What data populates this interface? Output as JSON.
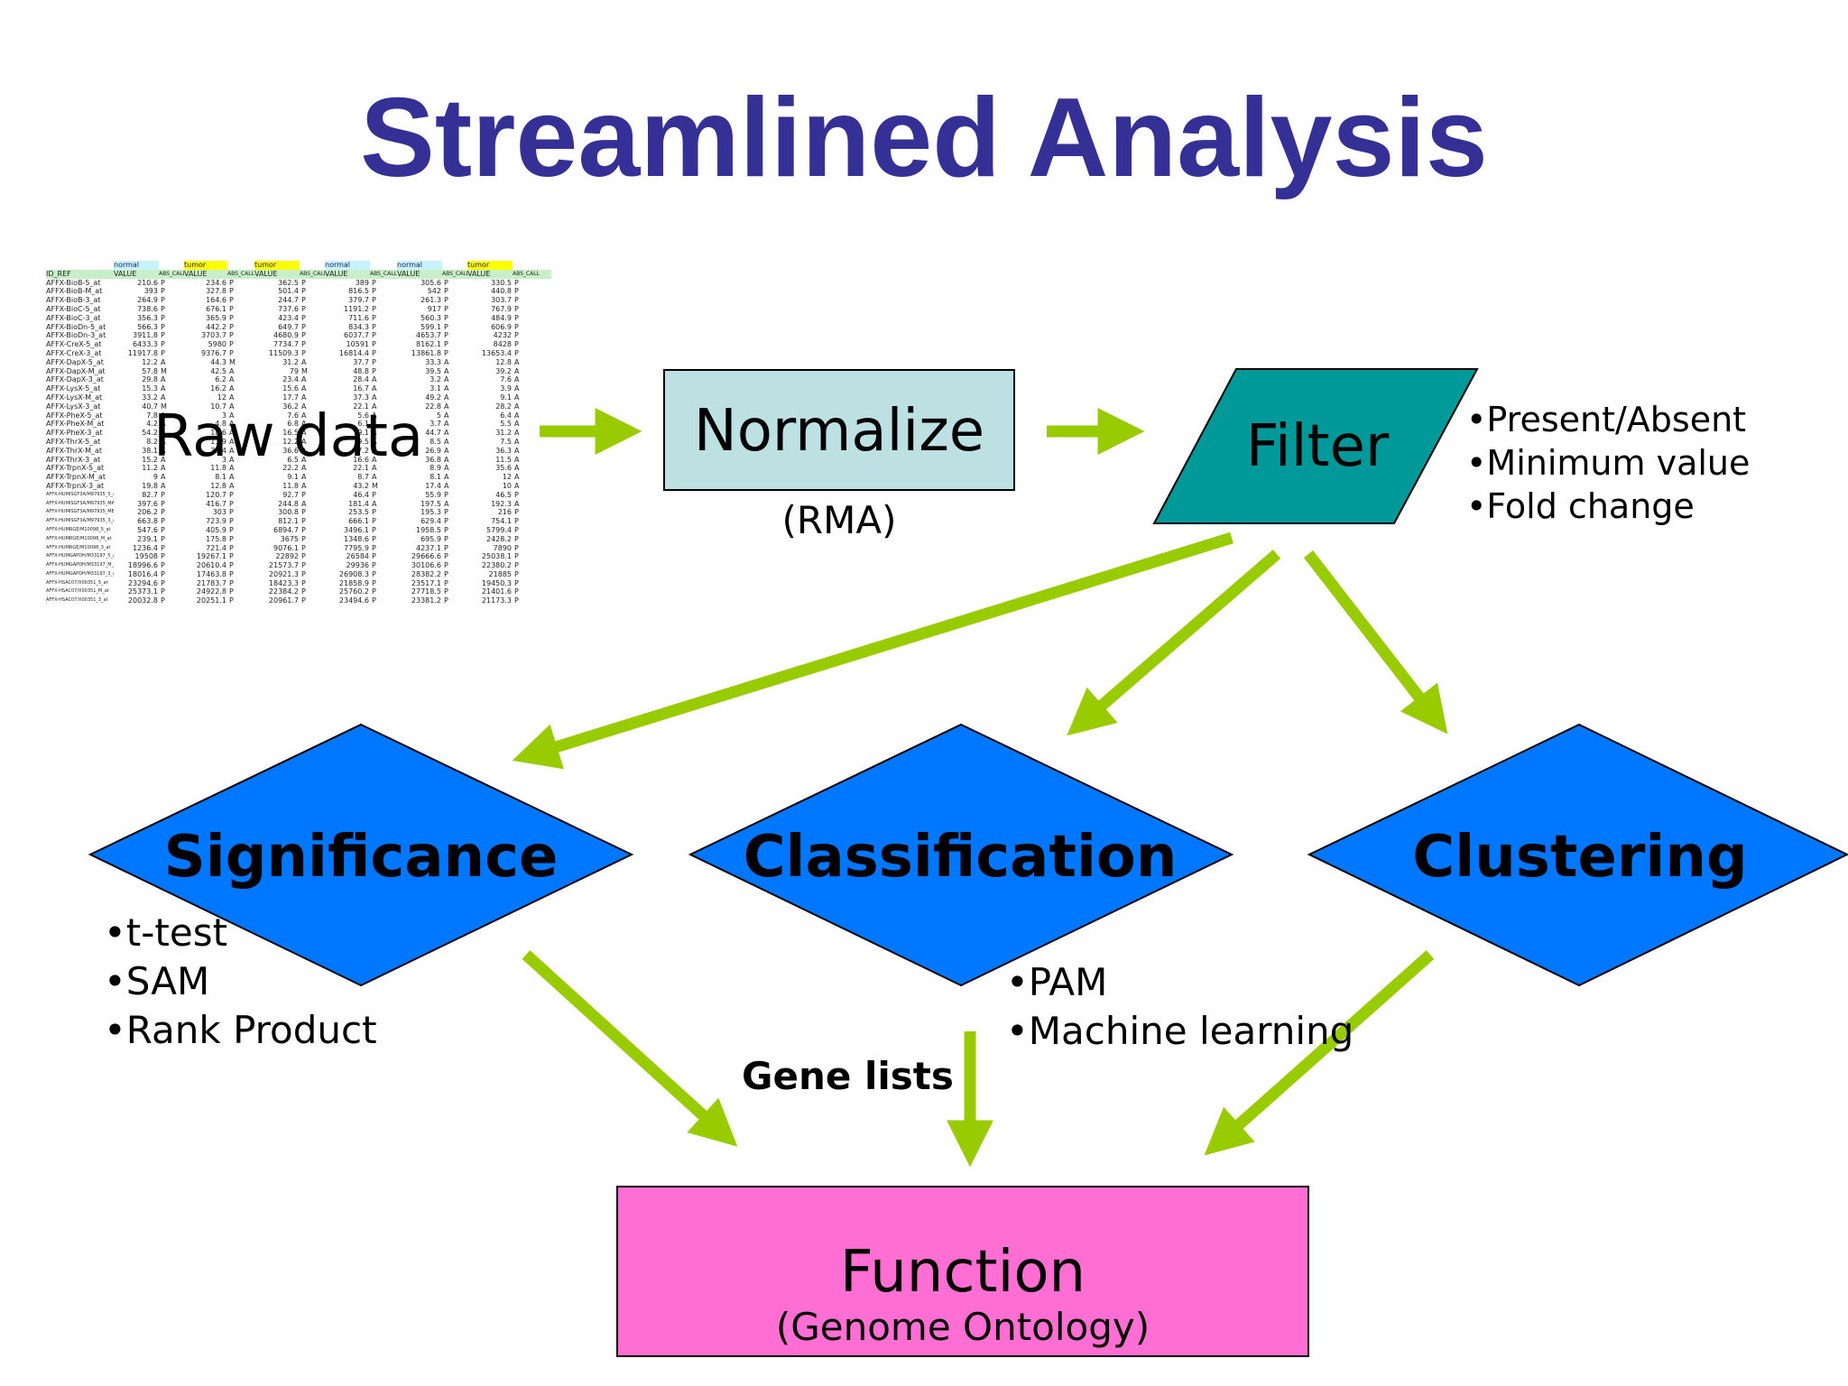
{
  "title": "Streamlined Analysis",
  "raw_data": {
    "label": "Raw data",
    "table": {
      "group_headers": [
        "",
        "normal",
        "",
        "tumor",
        "",
        "tumor",
        "",
        "normal",
        "",
        "normal",
        "",
        "tumor",
        ""
      ],
      "column_headers": [
        "ID_REF",
        "VALUE",
        "ABS_CALL",
        "VALUE",
        "ABS_CALL",
        "VALUE",
        "ABS_CALL",
        "VALUE",
        "ABS_CALL",
        "VALUE",
        "ABS_CALL",
        "VALUE",
        "ABS_CALL"
      ],
      "rows": [
        [
          "AFFX-BioB-5_at",
          "210.6",
          "P",
          "234.6",
          "P",
          "362.5",
          "P",
          "389",
          "P",
          "305.6",
          "P",
          "330.5",
          "P"
        ],
        [
          "AFFX-BioB-M_at",
          "393",
          "P",
          "327.8",
          "P",
          "501.4",
          "P",
          "816.5",
          "P",
          "542",
          "P",
          "440.8",
          "P"
        ],
        [
          "AFFX-BioB-3_at",
          "264.9",
          "P",
          "164.6",
          "P",
          "244.7",
          "P",
          "379.7",
          "P",
          "261.3",
          "P",
          "303.7",
          "P"
        ],
        [
          "AFFX-BioC-5_at",
          "738.6",
          "P",
          "676.1",
          "P",
          "737.6",
          "P",
          "1191.2",
          "P",
          "917",
          "P",
          "767.9",
          "P"
        ],
        [
          "AFFX-BioC-3_at",
          "356.3",
          "P",
          "365.9",
          "P",
          "423.4",
          "P",
          "711.6",
          "P",
          "560.3",
          "P",
          "484.9",
          "P"
        ],
        [
          "AFFX-BioDn-5_at",
          "566.3",
          "P",
          "442.2",
          "P",
          "649.7",
          "P",
          "834.3",
          "P",
          "599.1",
          "P",
          "606.9",
          "P"
        ],
        [
          "AFFX-BioDn-3_at",
          "3911.8",
          "P",
          "3703.7",
          "P",
          "4680.9",
          "P",
          "6037.7",
          "P",
          "4653.7",
          "P",
          "4232",
          "P"
        ],
        [
          "AFFX-CreX-5_at",
          "6433.3",
          "P",
          "5980",
          "P",
          "7734.7",
          "P",
          "10591",
          "P",
          "8162.1",
          "P",
          "8428",
          "P"
        ],
        [
          "AFFX-CreX-3_at",
          "11917.8",
          "P",
          "9376.7",
          "P",
          "11509.3",
          "P",
          "16814.4",
          "P",
          "13861.8",
          "P",
          "13653.4",
          "P"
        ],
        [
          "AFFX-DapX-5_at",
          "12.2",
          "A",
          "44.3",
          "M",
          "31.2",
          "A",
          "37.7",
          "P",
          "33.3",
          "A",
          "12.8",
          "A"
        ],
        [
          "AFFX-DapX-M_at",
          "57.8",
          "M",
          "42.5",
          "A",
          "79",
          "M",
          "48.8",
          "P",
          "39.5",
          "A",
          "39.2",
          "A"
        ],
        [
          "AFFX-DapX-3_at",
          "29.8",
          "A",
          "6.2",
          "A",
          "23.4",
          "A",
          "28.4",
          "A",
          "3.2",
          "A",
          "7.6",
          "A"
        ],
        [
          "AFFX-LysX-5_at",
          "15.3",
          "A",
          "16.2",
          "A",
          "15.6",
          "A",
          "16.7",
          "A",
          "3.1",
          "A",
          "3.9",
          "A"
        ],
        [
          "AFFX-LysX-M_at",
          "33.2",
          "A",
          "12",
          "A",
          "17.7",
          "A",
          "37.3",
          "A",
          "49.2",
          "A",
          "9.1",
          "A"
        ],
        [
          "AFFX-LysX-3_at",
          "40.7",
          "M",
          "10.7",
          "A",
          "36.2",
          "A",
          "22.1",
          "A",
          "22.8",
          "A",
          "28.2",
          "A"
        ],
        [
          "AFFX-PheX-5_at",
          "7.8",
          "A",
          "3",
          "A",
          "7.6",
          "A",
          "5.6",
          "A",
          "5",
          "A",
          "6.4",
          "A"
        ],
        [
          "AFFX-PheX-M_at",
          "4.2",
          "A",
          "4.8",
          "A",
          "6.8",
          "A",
          "6.1",
          "A",
          "3.7",
          "A",
          "5.5",
          "A"
        ],
        [
          "AFFX-PheX-3_at",
          "54.2",
          "A",
          "18.6",
          "A",
          "16.5",
          "A",
          "9.1",
          "A",
          "44.7",
          "A",
          "31.2",
          "A"
        ],
        [
          "AFFX-ThrX-5_at",
          "8.2",
          "A",
          "11.9",
          "A",
          "12.2",
          "A",
          "9.5",
          "A",
          "8.5",
          "A",
          "7.5",
          "A"
        ],
        [
          "AFFX-ThrX-M_at",
          "38.1",
          "A",
          "30.4",
          "A",
          "36.6",
          "A",
          "17.2",
          "A",
          "26.9",
          "A",
          "36.3",
          "A"
        ],
        [
          "AFFX-ThrX-3_at",
          "15.2",
          "A",
          "3",
          "A",
          "6.5",
          "A",
          "16.6",
          "A",
          "36.8",
          "A",
          "11.5",
          "A"
        ],
        [
          "AFFX-TrpnX-5_at",
          "11.2",
          "A",
          "11.8",
          "A",
          "22.2",
          "A",
          "22.1",
          "A",
          "8.9",
          "A",
          "35.6",
          "A"
        ],
        [
          "AFFX-TrpnX-M_at",
          "9",
          "A",
          "8.1",
          "A",
          "9.1",
          "A",
          "8.7",
          "A",
          "8.1",
          "A",
          "12",
          "A"
        ],
        [
          "AFFX-TrpnX-3_at",
          "19.8",
          "A",
          "12.8",
          "A",
          "11.8",
          "A",
          "43.2",
          "M",
          "17.4",
          "A",
          "10",
          "A"
        ],
        [
          "AFFX-HUMISGF3A/M97935_5_at",
          "82.7",
          "P",
          "120.7",
          "P",
          "92.7",
          "P",
          "46.4",
          "P",
          "55.9",
          "P",
          "46.5",
          "P"
        ],
        [
          "AFFX-HUMISGF3A/M97935_MA_at",
          "397.6",
          "P",
          "416.7",
          "P",
          "244.8",
          "A",
          "181.4",
          "A",
          "197.5",
          "A",
          "192.3",
          "A"
        ],
        [
          "AFFX-HUMISGF3A/M97935_MB_at",
          "206.2",
          "P",
          "303",
          "P",
          "300.8",
          "P",
          "253.5",
          "P",
          "195.3",
          "P",
          "216",
          "P"
        ],
        [
          "AFFX-HUMISGF3A/M97935_3_at",
          "663.8",
          "P",
          "723.9",
          "P",
          "812.1",
          "P",
          "666.1",
          "P",
          "629.4",
          "P",
          "754.1",
          "P"
        ],
        [
          "AFFX-HUMRGE/M10098_5_at",
          "547.6",
          "P",
          "405.9",
          "P",
          "6894.7",
          "P",
          "3496.1",
          "P",
          "1958.5",
          "P",
          "5799.4",
          "P"
        ],
        [
          "AFFX-HUMRGE/M10098_M_at",
          "239.1",
          "P",
          "175.8",
          "P",
          "3675",
          "P",
          "1348.6",
          "P",
          "695.9",
          "P",
          "2428.2",
          "P"
        ],
        [
          "AFFX-HUMRGE/M10098_3_at",
          "1236.4",
          "P",
          "721.4",
          "P",
          "9076.1",
          "P",
          "7795.9",
          "P",
          "4237.1",
          "P",
          "7890",
          "P"
        ],
        [
          "AFFX-HUMGAPDH/M33197_5_at",
          "19508",
          "P",
          "19267.1",
          "P",
          "22892",
          "P",
          "26584",
          "P",
          "29666.6",
          "P",
          "25038.1",
          "P"
        ],
        [
          "AFFX-HUMGAPDH/M33197_M_at",
          "18996.6",
          "P",
          "20610.4",
          "P",
          "21573.7",
          "P",
          "29936",
          "P",
          "30106.6",
          "P",
          "22380.2",
          "P"
        ],
        [
          "AFFX-HUMGAPDH/M33197_3_at",
          "18016.4",
          "P",
          "17463.8",
          "P",
          "20921.3",
          "P",
          "26908.3",
          "P",
          "28382.2",
          "P",
          "21885",
          "P"
        ],
        [
          "AFFX-HSAC07/X00351_5_at",
          "23294.6",
          "P",
          "21783.7",
          "P",
          "18423.3",
          "P",
          "21858.9",
          "P",
          "23517.1",
          "P",
          "19450.3",
          "P"
        ],
        [
          "AFFX-HSAC07/X00351_M_at",
          "25373.1",
          "P",
          "24922.8",
          "P",
          "22384.2",
          "P",
          "25760.2",
          "P",
          "27718.5",
          "P",
          "21401.6",
          "P"
        ],
        [
          "AFFX-HSAC07/X00351_3_at",
          "20032.8",
          "P",
          "20251.1",
          "P",
          "20961.7",
          "P",
          "23494.6",
          "P",
          "23381.2",
          "P",
          "21173.3",
          "P"
        ]
      ]
    }
  },
  "normalize": {
    "label": "Normalize",
    "sublabel": "(RMA)"
  },
  "filter": {
    "label": "Filter",
    "criteria": [
      "Present/Absent",
      "Minimum value",
      "Fold change"
    ]
  },
  "methods": {
    "significance": {
      "label": "Significance",
      "items": [
        "t-test",
        "SAM",
        "Rank Product"
      ]
    },
    "classification": {
      "label": "Classification",
      "items": [
        "PAM",
        "Machine learning"
      ]
    },
    "clustering": {
      "label": "Clustering"
    }
  },
  "gene_lists_label": "Gene lists",
  "function": {
    "label": "Function",
    "sublabel": "(Genome Ontology)"
  },
  "colors": {
    "title": "#343095",
    "arrow": "#99cc00",
    "normalize_fill": "#bde0e3",
    "filter_fill": "#009999",
    "method_fill": "#0077ff",
    "function_fill": "#ff6fd3"
  }
}
